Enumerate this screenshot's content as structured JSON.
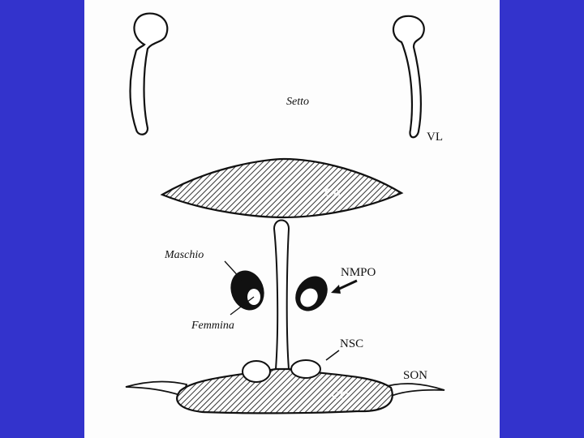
{
  "colors": {
    "background": "#3333cc",
    "panel": "#fdfdfd",
    "ink": "#111111"
  },
  "labels": {
    "septum": "Setto",
    "lateral_ventricle": "VL",
    "anterior_commissure": "CA",
    "male": "Maschio",
    "female": "Femmina",
    "nmpo": "NMPO",
    "nsc": "NSC",
    "son": "SON",
    "optic_chiasm": "CO"
  }
}
